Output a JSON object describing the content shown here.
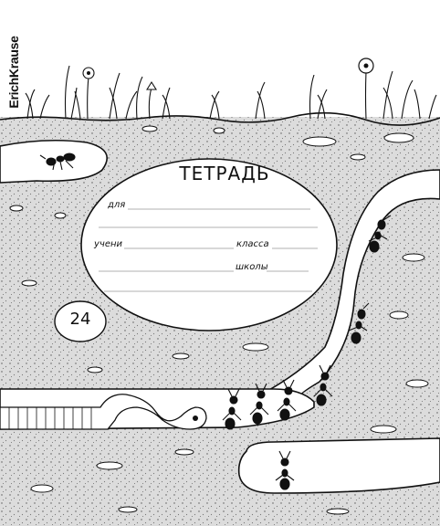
{
  "brand": {
    "name": "ErichKrause"
  },
  "cover": {
    "title": "ТЕТРАДЬ",
    "labels": {
      "for": "для",
      "student": "учени",
      "class": "класса",
      "school": "школы"
    },
    "sheet_count": "24"
  },
  "colors": {
    "ink": "#111111",
    "soil": "#d9d9d9",
    "paper": "#ffffff"
  }
}
